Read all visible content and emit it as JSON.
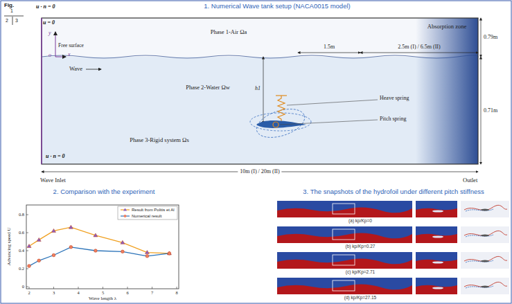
{
  "diagram": {
    "nodes": [
      {
        "text": [
          "Phase 1-Air Ωa"
        ]
      },
      {
        "text": [
          "Wave",
          "Phase 2-Water Ωw",
          "Phase 3-Rigid system Ωs"
        ]
      },
      {
        "text": [
          "Absorption zone"
        ]
      },
      {
        "text": [
          "(a) kp/Kp=0"
        ]
      },
      {
        "text": [
          "(b) kp/Kp=0.27"
        ]
      },
      {
        "text": [
          "(c) kp/Kp=2.71"
        ]
      },
      {
        "text": [
          "(d) kp/Kp=27.15"
        ]
      }
    ],
    "labels": [
      "Fig.",
      "1",
      "2",
      "3",
      "1. Numerical Wave tank setup (NACA0015 model)",
      "u · n = 0",
      "u = 0",
      "y",
      "o",
      "x",
      "Free surface",
      "1.5m",
      "2.5m (I) / 6.5m (II)",
      "0.79m",
      "0.71m",
      "h1",
      "Heave spring",
      "Pitch spring",
      "u · n = 0",
      "10m (I) / 20m (II)",
      "Wave Inlet",
      "Outlet",
      "2. Comparison with the experiment",
      "3. The snapshots of the hydrofoil under different pitch stiffness",
      "Advancing speed U",
      "Wave length λ",
      "2",
      "3",
      "4",
      "5",
      "6",
      "7",
      "8",
      "0",
      "0.2",
      "0.4",
      "0.6",
      "0.8"
    ],
    "legend": [
      {
        "text": "Result from Politis et Al"
      },
      {
        "text": "Numerical result"
      }
    ]
  }
}
